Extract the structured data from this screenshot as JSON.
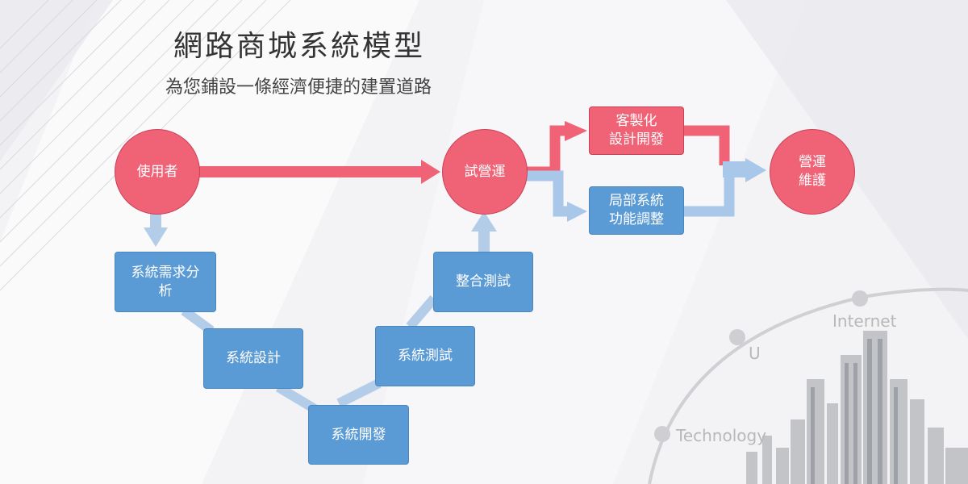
{
  "header": {
    "title": "網路商城系統模型",
    "subtitle": "為您鋪設一條經濟便捷的建置道路"
  },
  "nodes": {
    "user": "使用者",
    "trial": "試營運",
    "operate_line1": "營運",
    "operate_line2": "維護",
    "custom_line1": "客製化",
    "custom_line2": "設計開發",
    "local_line1": "局部系統",
    "local_line2": "功能調整",
    "req_line1": "系統需求分",
    "req_line2": "析",
    "design": "系統設計",
    "develop": "系統開發",
    "test": "系統測試",
    "integration": "整合測試"
  },
  "decor": {
    "internet": "Internet",
    "u": "U",
    "technology": "Technology"
  },
  "colors": {
    "pink": "#f06275",
    "blue": "#5b9bd5",
    "light_blue": "#a9c7e8"
  }
}
